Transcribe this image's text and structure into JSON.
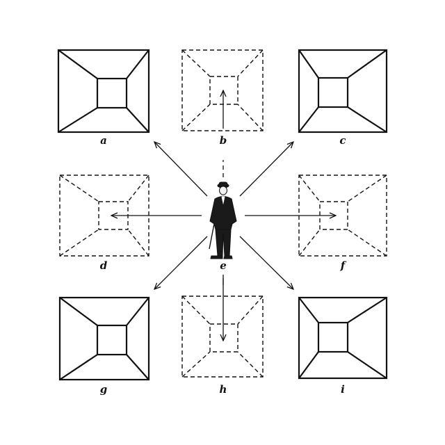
{
  "labels": {
    "a": "a",
    "b": "b",
    "c": "c",
    "d": "d",
    "e": "e",
    "f": "f",
    "g": "g",
    "h": "h",
    "i": "i"
  },
  "colors": {
    "ink": "#111111",
    "background": "#ffffff"
  }
}
